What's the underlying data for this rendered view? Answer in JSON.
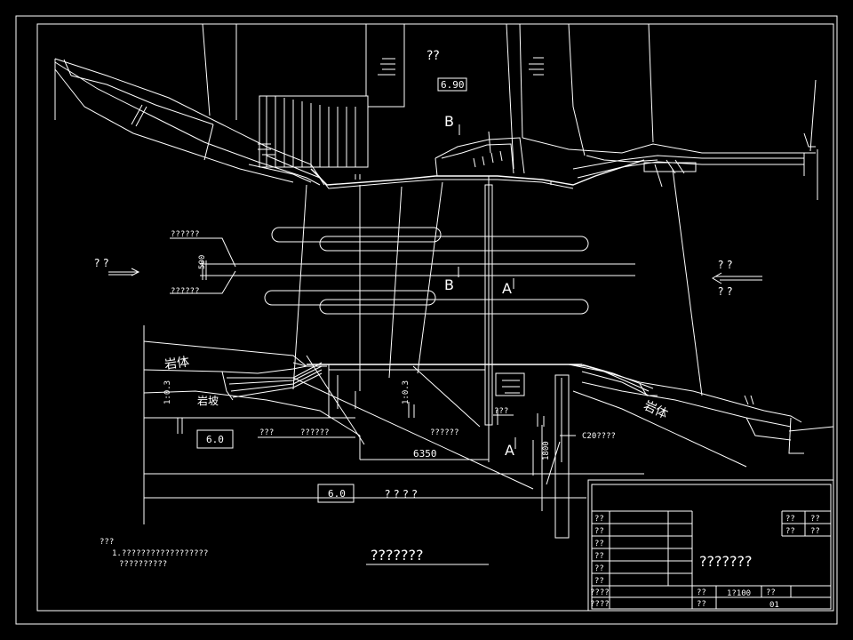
{
  "drawing": {
    "upstream_label": "? ?",
    "downstream_label_top": "? ?",
    "downstream_label_bottom": "? ?",
    "top_label": "??",
    "top_elev": "6.90",
    "section_b_top": "B",
    "section_b_mid": "B",
    "section_a_mid": "A",
    "section_a_bottom": "A",
    "dim_500": "500",
    "label_upper_pipe": "??????",
    "label_lower_pipe": "??????",
    "rock_left": "岩体",
    "rock_right": "岩体",
    "slope_label": "岩坡",
    "slope_ratio_left": "1:0.3",
    "slope_ratio_mid": "1:0.3",
    "elev_left": "6.0",
    "elev_bottom": "6.0",
    "bottom_caption": "? ? ? ?",
    "label_a1": "???",
    "label_a2": "??????",
    "label_a3": "??????",
    "label_a4": "???",
    "label_c20": "C20????",
    "dim_6350": "6350",
    "dim_1800": "1800",
    "notes_title": "???",
    "notes_line1": "1.??????????????????",
    "notes_line2": "??????????",
    "drawing_title": "???????"
  },
  "title_block": {
    "rows_left": [
      "??",
      "??",
      "??",
      "??",
      "??",
      "??",
      "????",
      "????"
    ],
    "top_right_1a": "??",
    "top_right_1b": "??",
    "top_right_2a": "??",
    "top_right_2b": "??",
    "block_title": "???????",
    "scale_label": "??",
    "scale_value": "1?100",
    "sheet_label": "??",
    "number_label": "??",
    "number_value": "01"
  }
}
